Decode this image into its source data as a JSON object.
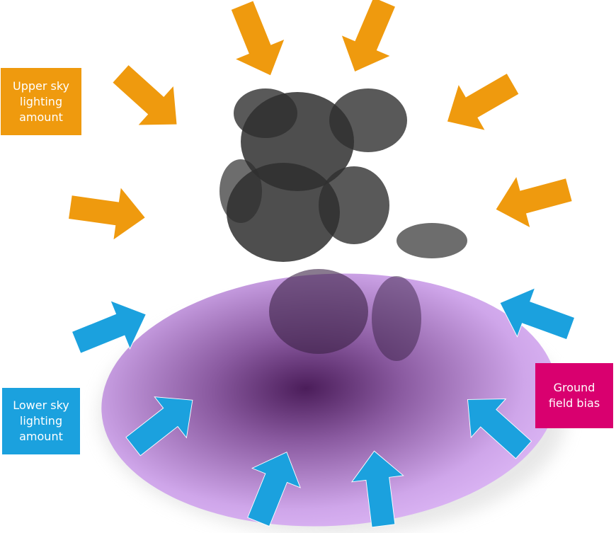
{
  "labels": {
    "upper": "Upper sky lighting amount",
    "lower": "Lower sky lighting amount",
    "ground": "Ground field bias"
  },
  "colors": {
    "upper": "#ef9a0e",
    "lower": "#1ba1de",
    "ground": "#d9006f",
    "ground_field": "#dcb6f5",
    "ground_center": "#4b1d5a"
  },
  "icons": {
    "arrow": "arrow-icon",
    "tree": "tree-illustration"
  }
}
